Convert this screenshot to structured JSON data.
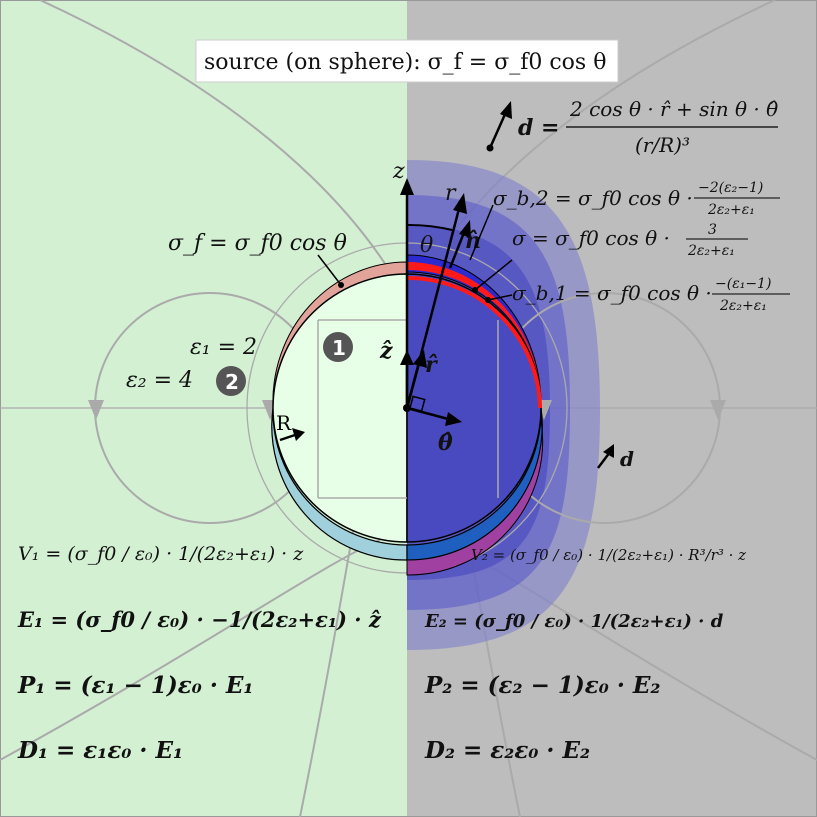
{
  "title_box": "source (on sphere):  σ_f = σ_f0 cos θ",
  "d_formula": {
    "lhs": "d",
    "numerator": "2 cos θ · r̂ + sin θ · θ̂",
    "denominator": "(r/R)³"
  },
  "labels": {
    "z_axis": "z",
    "r_axis": "r",
    "theta": "θ",
    "n_hat": "n̂",
    "z_hat": "ẑ",
    "r_hat": "r̂",
    "theta_hat": "θ̂",
    "R": "R",
    "d_small": "d",
    "sigma_f_left": "σ_f = σ_f0 cos θ",
    "eps1": "ε₁ = 2",
    "eps2": "ε₂ = 4",
    "region1": "1",
    "region2": "2",
    "sigma_b2_lhs": "σ_b,2 = σ_f0 cos θ ·",
    "sigma_b2_num": "−2(ε₂−1)",
    "sigma_b2_den": "2ε₂+ε₁",
    "sigma_lhs": "σ = σ_f0 cos θ ·",
    "sigma_num": "3",
    "sigma_den": "2ε₂+ε₁",
    "sigma_b1_lhs": "σ_b,1 = σ_f0 cos θ ·",
    "sigma_b1_num": "−(ε₁−1)",
    "sigma_b1_den": "2ε₂+ε₁"
  },
  "equations_left": {
    "V1": "V₁ = (σ_f0 / ε₀) · 1/(2ε₂+ε₁) · z",
    "E1": "E₁ = (σ_f0 / ε₀) · −1/(2ε₂+ε₁) · ẑ",
    "P1": "P₁ = (ε₁ − 1)ε₀ · E₁",
    "D1": "D₁ = ε₁ε₀ · E₁"
  },
  "equations_right": {
    "V2": "V₂ = (σ_f0 / ε₀) · 1/(2ε₂+ε₁) · R³/r³ · z",
    "E2": "E₂ = (σ_f0 / ε₀) · 1/(2ε₂+ε₁) · d",
    "P2": "P₂ = (ε₂ − 1)ε₀ · E₂",
    "D2": "D₂ = ε₂ε₀ · E₂"
  },
  "colors": {
    "left_bg": "#d3f0d3",
    "right_bg": "#bdbdbd",
    "sphere_fill": "#e6ffe6",
    "field_blue": "#5050c8",
    "sigma_red": "#ff1a1a",
    "sigma_f_band": "#e2a49a",
    "cyan_band": "#9fd0dc",
    "purple_band": "#a040a0",
    "field_line": "#aaaaaa"
  }
}
